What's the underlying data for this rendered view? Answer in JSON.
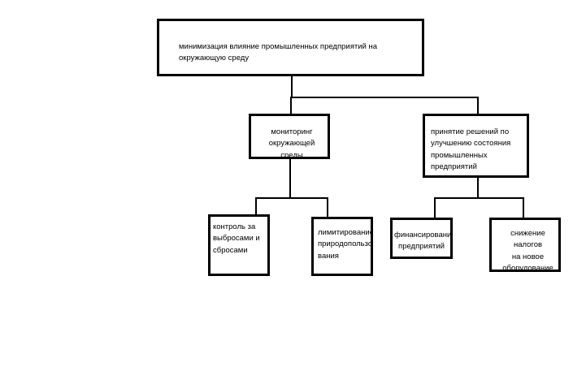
{
  "diagram": {
    "root": {
      "label": "минимизация влияние промышленных предприятий на окружающую среду"
    },
    "branch_left": {
      "label": "мониторинг\nокружающей среды",
      "children": [
        {
          "label": "контроль за\nвыбросами и\nсбросами"
        },
        {
          "label": "лимитирование\nприродопользо-\nвания"
        }
      ]
    },
    "branch_right": {
      "label": "принятие решений по\nулучшению состояния\nпромышленных предприятий",
      "children": [
        {
          "label": "финансирование\nпредприятий"
        },
        {
          "label": "снижение налогов\nна новое\nоборудование"
        }
      ]
    }
  },
  "colors": {
    "line": "#000000",
    "box_border": "#000000",
    "background": "#ffffff"
  }
}
